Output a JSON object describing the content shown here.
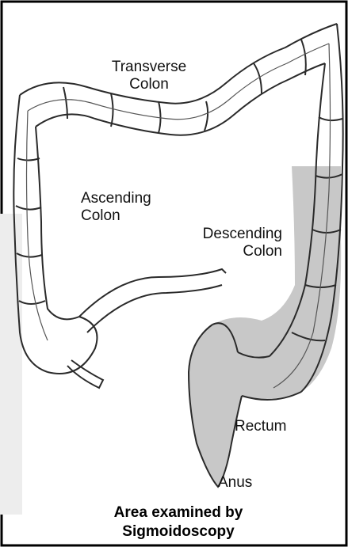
{
  "labels": {
    "transverse_line1": "Transverse",
    "transverse_line2": "Colon",
    "ascending_line1": "Ascending",
    "ascending_line2": "Colon",
    "descending_line1": "Descending",
    "descending_line2": "Colon",
    "rectum": "Rectum",
    "anus": "Anus"
  },
  "caption": {
    "line1": "Area examined by",
    "line2": "Sigmoidoscopy"
  },
  "colors": {
    "examined_area": "#c8c8c8",
    "outline": "#2a2a2a",
    "left_panel": "#ededed"
  }
}
